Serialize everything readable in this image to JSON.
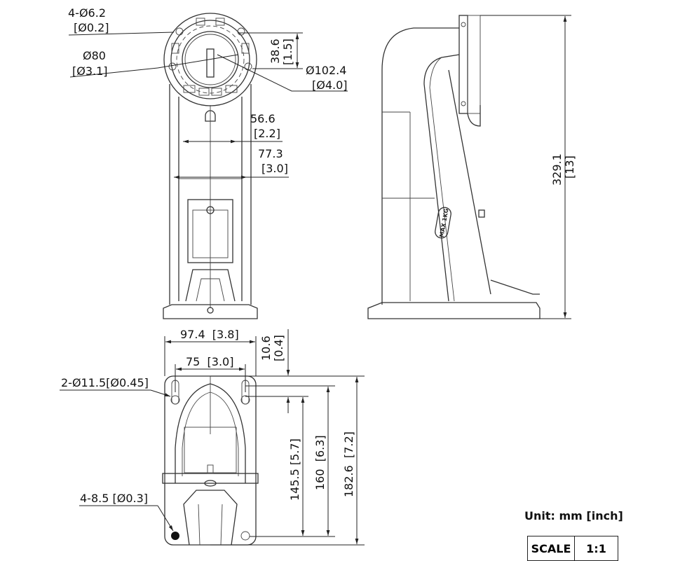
{
  "top_view": {
    "hole_label": "4-Ø6.2",
    "hole_label_in": "[Ø0.2]",
    "inner_dia": "Ø80",
    "inner_dia_in": "[Ø3.1]",
    "outer_dia": "Ø102.4",
    "outer_dia_in": "[Ø4.0]",
    "offset": "38.6",
    "offset_in": "[1.5]",
    "inner_width": "56.6",
    "inner_width_in": "[2.2]",
    "outer_width": "77.3",
    "outer_width_in": "[3.0]"
  },
  "side_view": {
    "height": "329.1",
    "height_in": "[13]",
    "load_label": "MAX 1KG"
  },
  "bottom_view": {
    "plate_width": "97.4  [3.8]",
    "hole_spacing": "75  [3.0]",
    "top_offset": "10.6",
    "top_offset_in": "[0.4]",
    "slot_label": "2-Ø11.5[Ø0.45]",
    "hole_label": "4-8.5 [Ø0.3]",
    "dim_145": "145.5 [5.7]",
    "dim_160": "160  [6.3]",
    "dim_182": "182.6  [7.2]"
  },
  "unit": "Unit: mm [inch]",
  "scale": {
    "label": "SCALE",
    "value": "1:1"
  }
}
